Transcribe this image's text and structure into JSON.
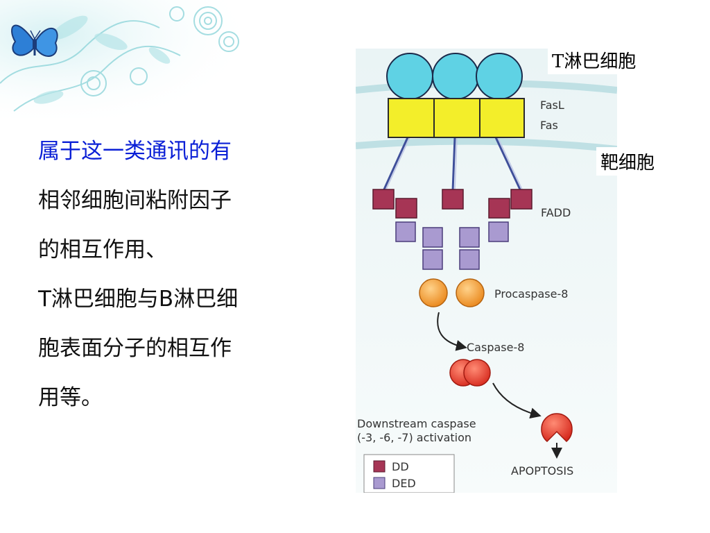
{
  "paragraph": {
    "lines": [
      "属于这一类通讯的有",
      "相邻细胞间粘附因子",
      "的相互作用、",
      "T淋巴细胞与B淋巴细",
      "胞表面分子的相互作",
      "用等。"
    ],
    "highlight_color": "#0a1fd6"
  },
  "labels": {
    "t_cell": "T淋巴细胞",
    "target_cell": "靶细胞"
  },
  "diagram": {
    "fasl": "FasL",
    "fas": "Fas",
    "fadd": "FADD",
    "procaspase": "Procaspase-8",
    "caspase": "Caspase-8",
    "downstream_1": "Downstream caspase",
    "downstream_2": "(-3, -6, -7) activation",
    "apoptosis": "APOPTOSIS",
    "legend_dd": "DD",
    "legend_ded": "DED",
    "colors": {
      "fasl": "#5fd2e4",
      "fas": "#f3ee2a",
      "dd": "#a63555",
      "ded": "#a99ad0",
      "procaspase": "#f39a2a",
      "caspase": "#e53a2c"
    }
  }
}
